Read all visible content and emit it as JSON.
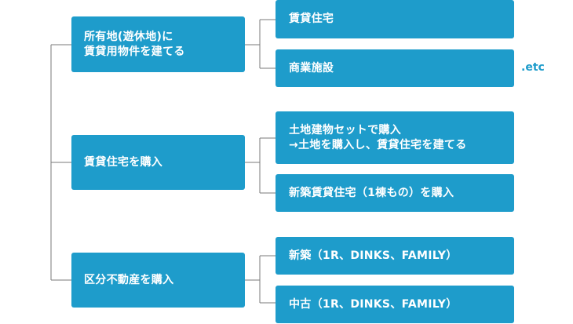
{
  "categories": [
    {
      "label": "所有地(遊休地)に\n賃貸用物件を建てる",
      "options": [
        {
          "label": "賃貸住宅"
        },
        {
          "label": "商業施設"
        }
      ]
    },
    {
      "label": "賃貸住宅を購入",
      "options": [
        {
          "label": "土地建物セットで購入\n→土地を購入し、賃貸住宅を建てる"
        },
        {
          "label": "新築賃貸住宅（1棟もの）を購入"
        }
      ]
    },
    {
      "label": "区分不動産を購入",
      "options": [
        {
          "label": "新築（1R、DINKS、FAMILY）"
        },
        {
          "label": "中古（1R、DINKS、FAMILY）"
        }
      ]
    }
  ],
  "etc_label": ".etc",
  "colors": {
    "box_fill": "#1e9ccb",
    "box_text": "#ffffff",
    "connector": "#7a7a7a",
    "etc_text": "#1e9ccb"
  }
}
